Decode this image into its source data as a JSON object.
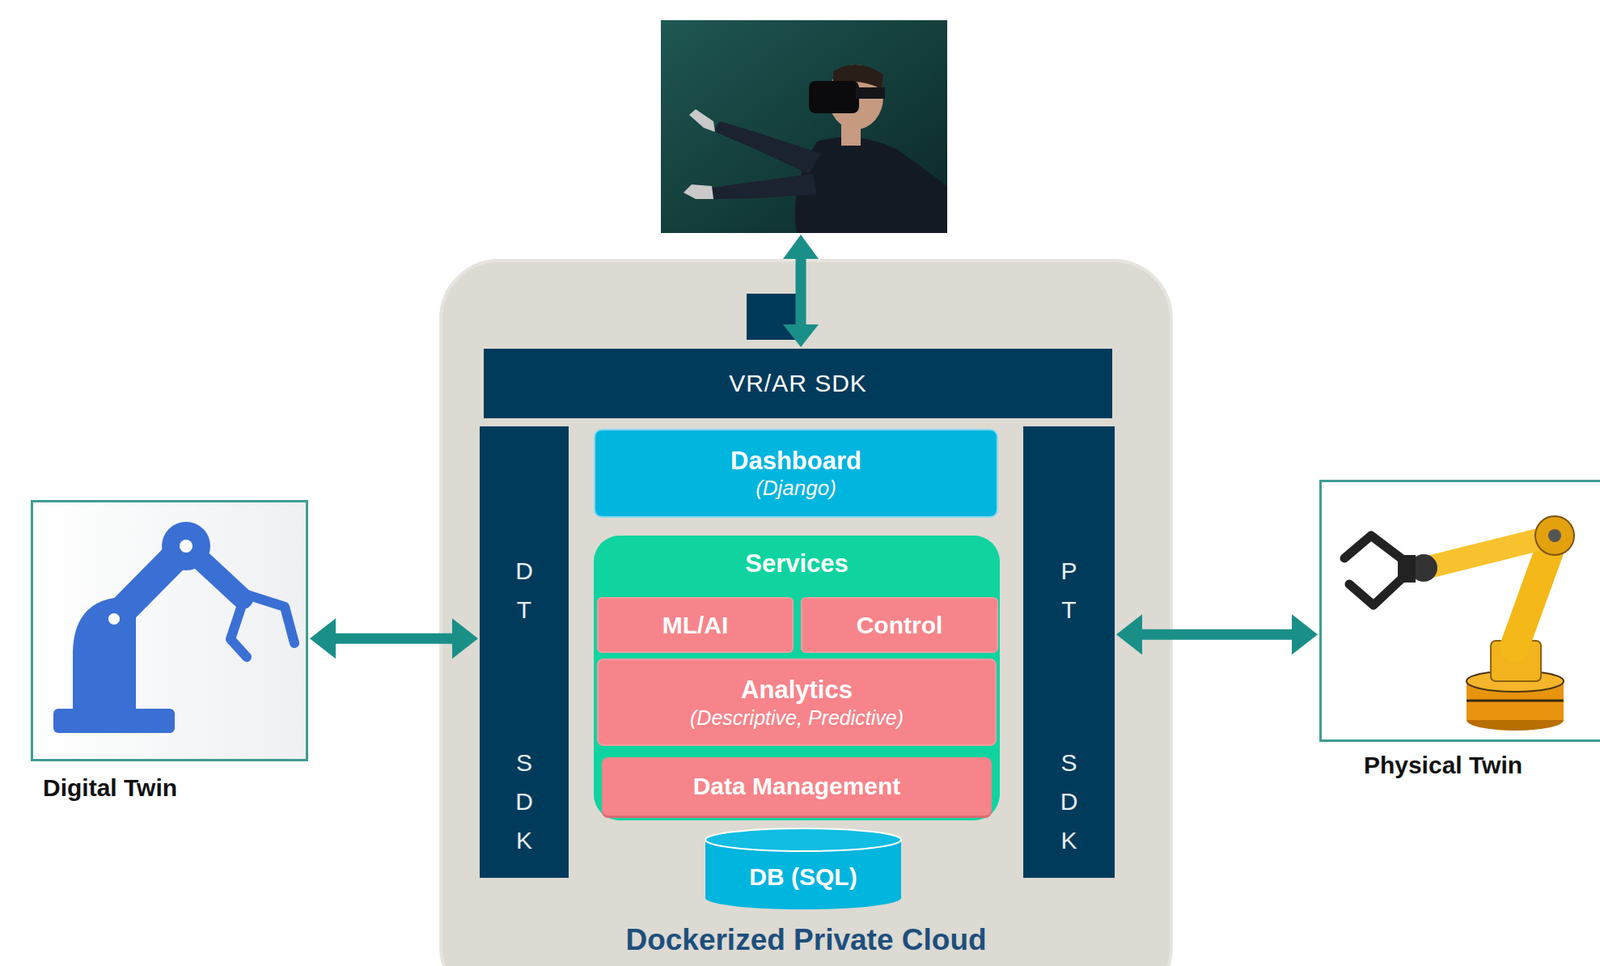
{
  "diagram": {
    "nodes": [
      {
        "text": [
          "Dockerized Private Cloud"
        ]
      },
      {
        "text": [
          "VR/AR SDK"
        ],
        "in": 0
      },
      {
        "text": [
          "DT",
          "SDK"
        ],
        "in": 0
      },
      {
        "text": [
          "Dashboard",
          "(Django)"
        ],
        "in": 0
      },
      {
        "text": [
          "Services"
        ],
        "in": 0
      },
      {
        "text": [
          "ML/AI"
        ],
        "in": 4
      },
      {
        "text": [
          "Control"
        ],
        "in": 4
      },
      {
        "text": [
          "Analytics",
          "(Descriptive, Predictive)"
        ],
        "in": 4
      },
      {
        "text": [
          "Data Management"
        ],
        "in": 4
      },
      {
        "text": [
          "DB (SQL)"
        ],
        "in": 0
      },
      {
        "text": [
          "PT",
          "SDK"
        ],
        "in": 0
      },
      {
        "text": [
          "Digital Twin"
        ]
      },
      {
        "text": [
          "Physical Twin"
        ]
      }
    ],
    "edges": [
      {
        "from": 11,
        "to": 2,
        "arrow": "both"
      },
      {
        "from": 10,
        "to": 12,
        "arrow": "both"
      }
    ]
  }
}
